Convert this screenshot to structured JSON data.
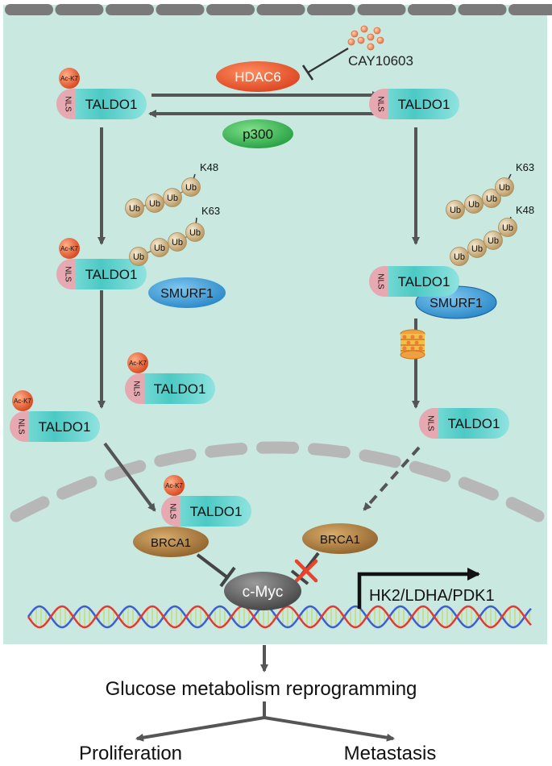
{
  "colors": {
    "cell_background": "#c9e8e0",
    "membrane": "#7a7a7a",
    "nuclear_envelope": "#b7b7b7",
    "taldo1_fill": "#5fd0cc",
    "nls_fill": "#e7a9b1",
    "acetyl_fill": "#e2572b",
    "hdac6_fill": "#e8532a",
    "p300_fill": "#37b04a",
    "smurf1_fill": "#3ba0d8",
    "brca1_fill": "#a8793d",
    "ub_fill": "#d3b98b",
    "cmyc_fill": "#555555",
    "arrow": "#555555",
    "inhibit_cross": "#e8432b",
    "dna_red": "#e53935",
    "dna_blue": "#3b5fd8",
    "dna_rungs": "#c7d86a"
  },
  "labels": {
    "taldo1": "TALDO1",
    "nls": "NLS",
    "acetyl": "Ac-K7",
    "ub": "Ub",
    "hdac6": "HDAC6",
    "p300": "p300",
    "inhibitor": "CAY10603",
    "smurf1": "SMURF1",
    "brca1": "BRCA1",
    "cmyc": "c-Myc",
    "k48": "K48",
    "k63": "K63",
    "target_genes": "HK2/LDHA/PDK1",
    "outcome_main": "Glucose metabolism reprogramming",
    "outcome_left": "Proliferation",
    "outcome_right": "Metastasis"
  },
  "icons": {
    "inhibitor_icon": "cluster-of-dots-icon",
    "proteasome_icon": "proteasome-barrel-icon",
    "transcription_arrow": "bent-arrow-icon",
    "inhibit_symbol": "t-bar-inhibition-icon",
    "blocked_symbol": "red-cross-icon"
  }
}
